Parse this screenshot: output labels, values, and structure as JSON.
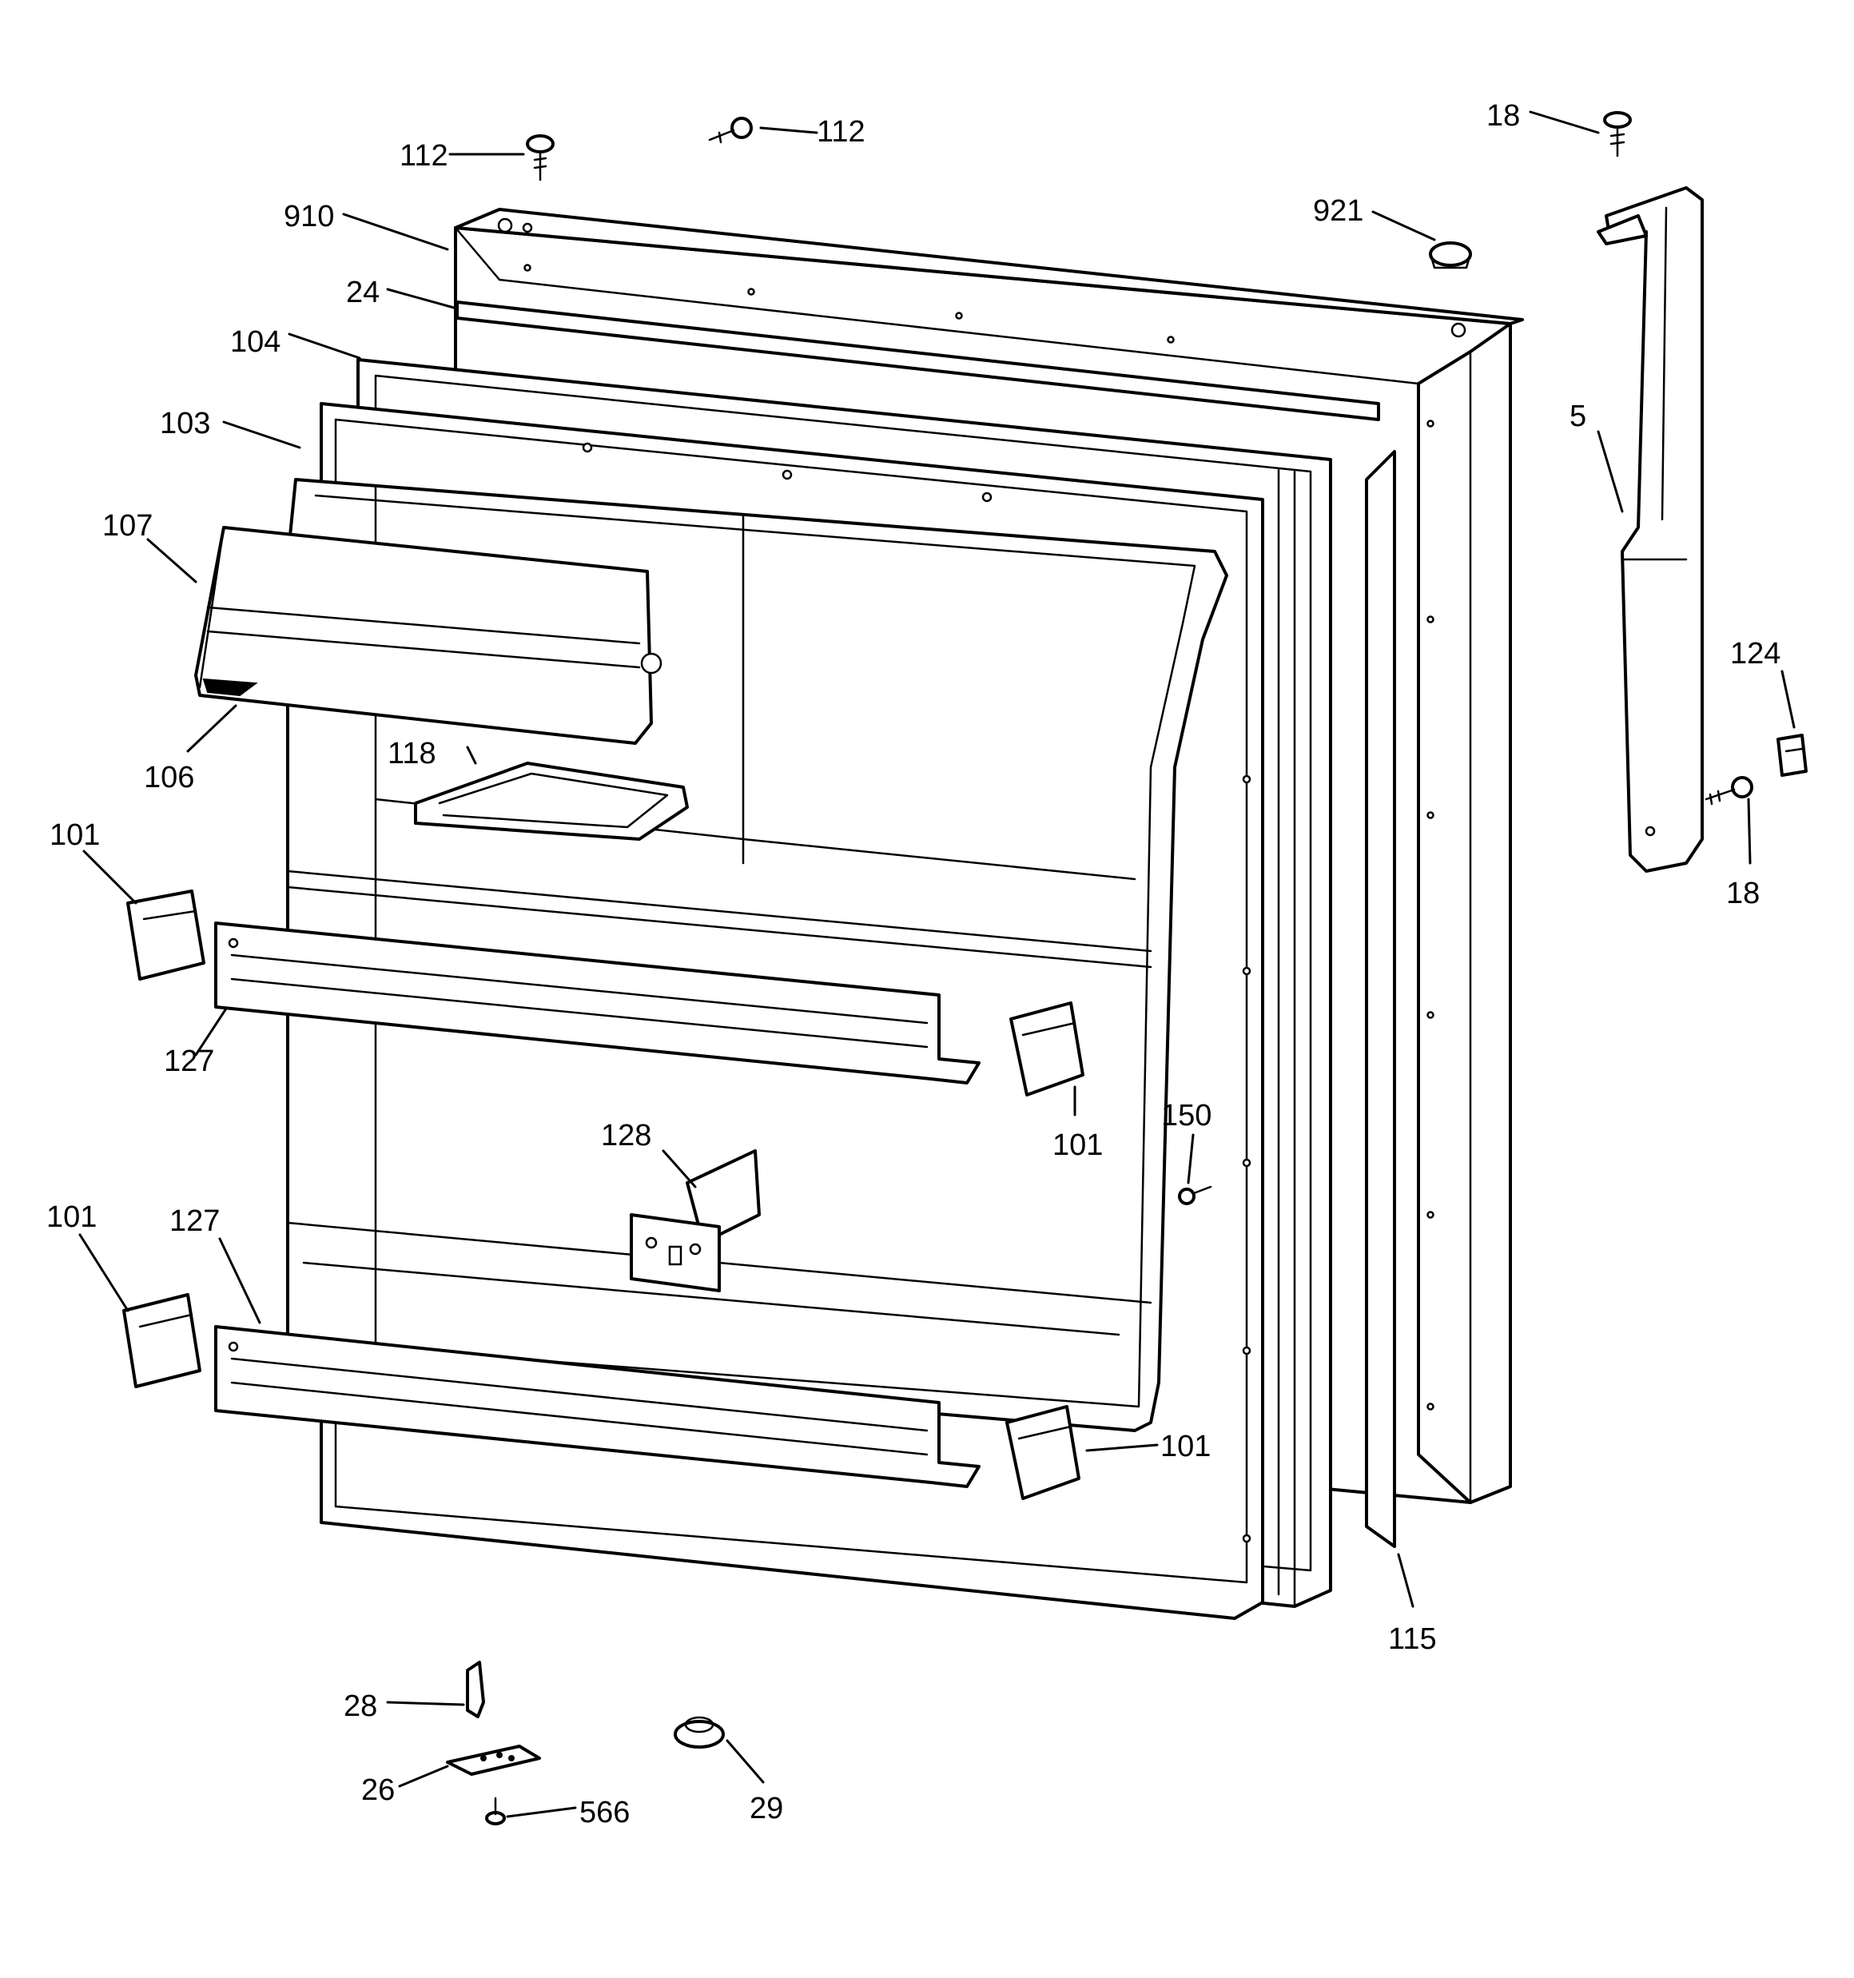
{
  "diagram": {
    "callouts": {
      "c112_top": "112",
      "c112_screw": "112",
      "c18_top": "18",
      "c910": "910",
      "c921": "921",
      "c24": "24",
      "c104": "104",
      "c103": "103",
      "c5": "5",
      "c107": "107",
      "c124": "124",
      "c106": "106",
      "c118": "118",
      "c18_side": "18",
      "c101_a": "101",
      "c127_a": "127",
      "c150": "150",
      "c101_b": "101",
      "c128": "128",
      "c101_c": "101",
      "c127_b": "127",
      "c101_d": "101",
      "c115": "115",
      "c28": "28",
      "c26": "26",
      "c566": "566",
      "c29": "29"
    }
  }
}
